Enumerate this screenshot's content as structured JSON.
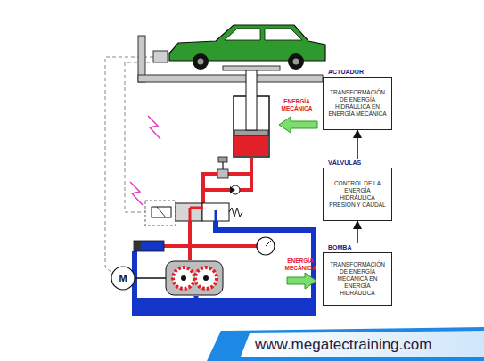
{
  "diagram": {
    "nodes": [
      {
        "text": [
          "ACTUADOR",
          "TRANSFORMACIÓN DE ENERGÍA HIDRÁULICA EN ENERGÍA MECÁNICA"
        ]
      },
      {
        "text": [
          "VÁLVULAS",
          "CONTROL DE LA ENERGÍA HIDRÁULICA PRESIÓN Y CAUDAL"
        ]
      },
      {
        "text": [
          "BOMBA",
          "TRANSFORMACIÓN DE ENERGÍA MECÁNICA EN ENERGÍA HIDRÁULICA"
        ]
      }
    ],
    "edges": [
      {
        "from": 2,
        "to": 1,
        "arrow": "to"
      },
      {
        "from": 1,
        "to": 0,
        "arrow": "to"
      }
    ],
    "labels": [
      "ENERGÍA MECÁNICA",
      "ENERGÍA MECÁNICA",
      "M",
      "www.megatectraining.com"
    ]
  }
}
